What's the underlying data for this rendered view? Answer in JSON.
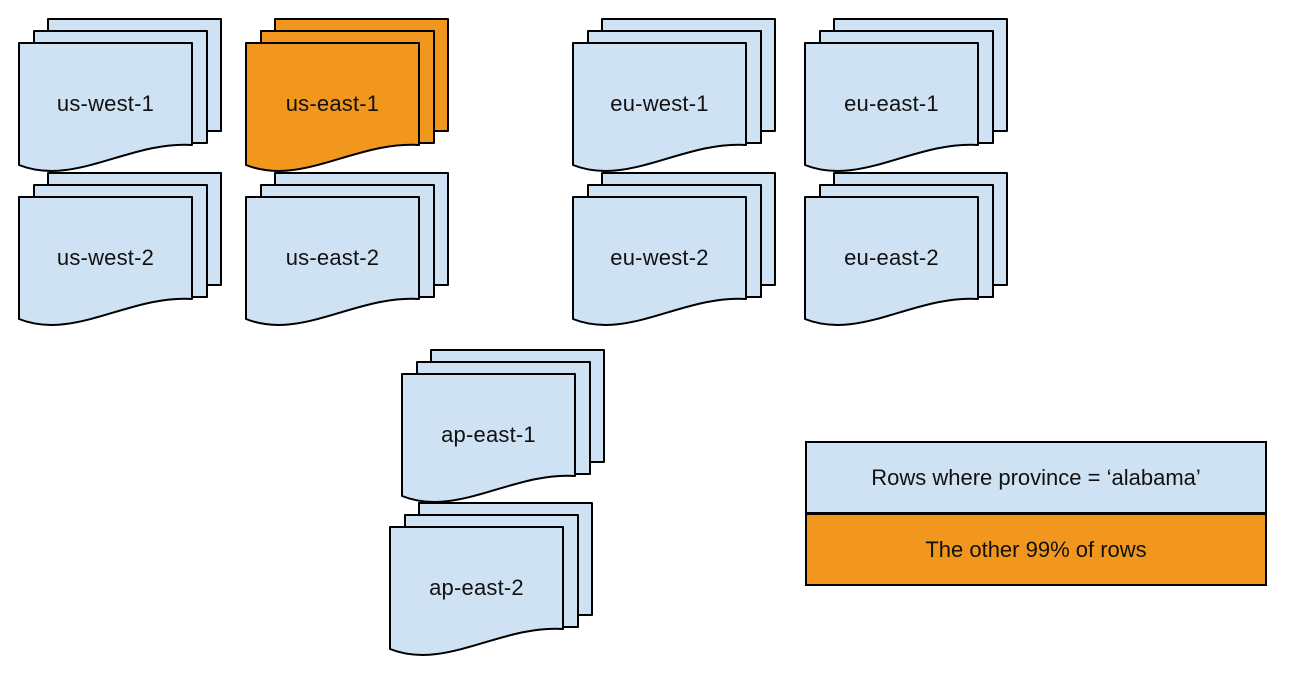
{
  "diagram": {
    "regions": [
      {
        "id": "us-west-1",
        "label": "us-west-1",
        "variant": "blue"
      },
      {
        "id": "us-east-1",
        "label": "us-east-1",
        "variant": "orange"
      },
      {
        "id": "eu-west-1",
        "label": "eu-west-1",
        "variant": "blue"
      },
      {
        "id": "eu-east-1",
        "label": "eu-east-1",
        "variant": "blue"
      },
      {
        "id": "us-west-2",
        "label": "us-west-2",
        "variant": "blue"
      },
      {
        "id": "us-east-2",
        "label": "us-east-2",
        "variant": "blue"
      },
      {
        "id": "eu-west-2",
        "label": "eu-west-2",
        "variant": "blue"
      },
      {
        "id": "eu-east-2",
        "label": "eu-east-2",
        "variant": "blue"
      },
      {
        "id": "ap-east-1",
        "label": "ap-east-1",
        "variant": "blue"
      },
      {
        "id": "ap-east-2",
        "label": "ap-east-2",
        "variant": "blue"
      }
    ],
    "legend": {
      "items": [
        {
          "label": "Rows where province = ‘alabama’",
          "variant": "blue"
        },
        {
          "label": "The other 99% of rows",
          "variant": "orange"
        }
      ]
    },
    "colors": {
      "blue": "#cfe2f3",
      "orange": "#f2971d",
      "stroke": "#000000"
    }
  }
}
